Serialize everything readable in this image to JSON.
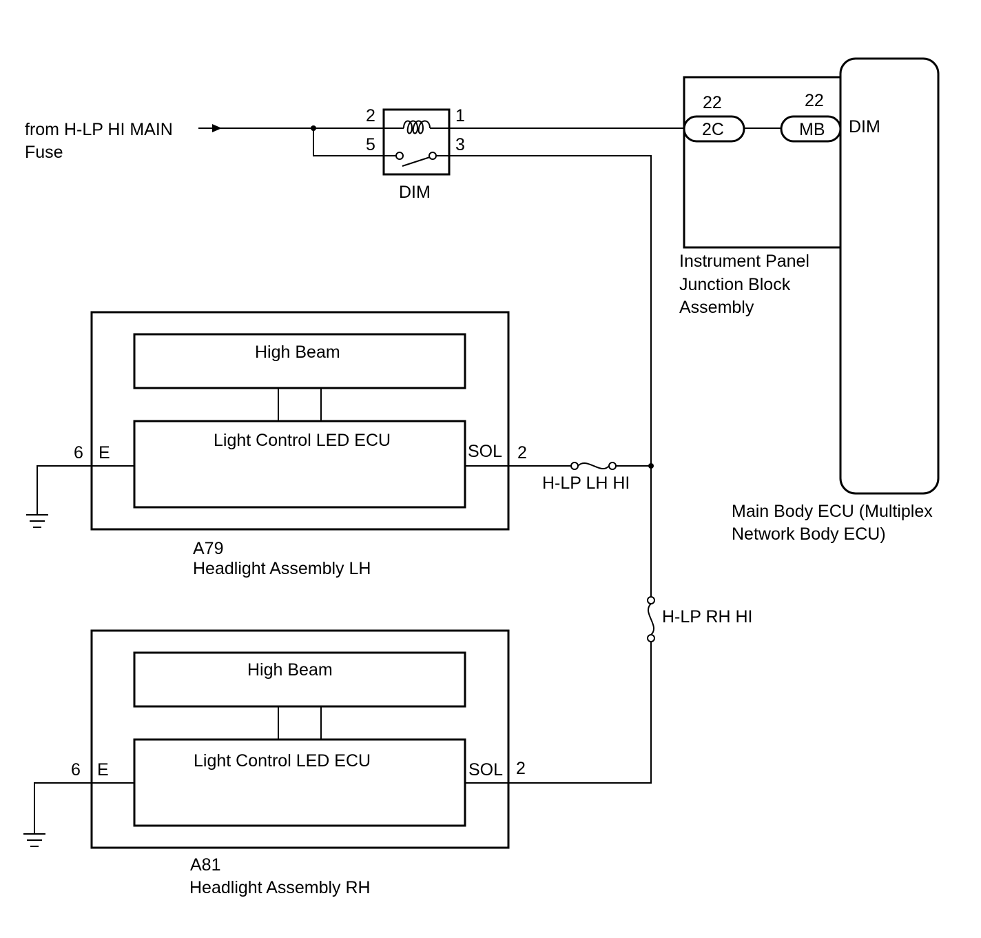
{
  "source": {
    "line1": "from H-LP HI MAIN",
    "line2": "Fuse"
  },
  "relay": {
    "label": "DIM",
    "pin_coil_in": "2",
    "pin_coil_out": "1",
    "pin_sw_in": "5",
    "pin_sw_out": "3"
  },
  "junction_block": {
    "name_line1": "Instrument Panel",
    "name_line2": "Junction Block",
    "name_line3": "Assembly",
    "connector_2c": {
      "pin": "22",
      "id": "2C"
    },
    "connector_mb": {
      "pin": "22",
      "id": "MB"
    }
  },
  "main_body_ecu": {
    "terminal": "DIM",
    "name_line1": "Main Body ECU (Multiplex",
    "name_line2": "Network Body ECU)"
  },
  "fuses": {
    "lh": "H-LP LH HI",
    "rh": "H-LP RH HI"
  },
  "headlight_lh": {
    "code": "A79",
    "name": "Headlight Assembly LH",
    "high_beam": "High Beam",
    "ecu": "Light Control LED ECU",
    "pin_e": "6",
    "term_e": "E",
    "term_sol": "SOL",
    "pin_sol": "2"
  },
  "headlight_rh": {
    "code": "A81",
    "name": "Headlight Assembly RH",
    "high_beam": "High Beam",
    "ecu": "Light Control LED ECU",
    "pin_e": "6",
    "term_e": "E",
    "term_sol": "SOL",
    "pin_sol": "2"
  }
}
